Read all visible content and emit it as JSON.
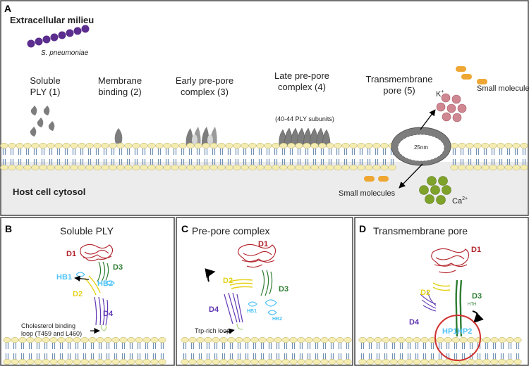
{
  "panels": {
    "A": {
      "letter": "A",
      "extracellular": "Extracellular milieu",
      "bacterium": "S. pneumoniae",
      "cytosol": "Host cell cytosol",
      "stages": {
        "s1_line1": "Soluble",
        "s1_line2": "PLY (1)",
        "s2_line1": "Membrane",
        "s2_line2": "binding (2)",
        "s3_line1": "Early pre-pore",
        "s3_line2": "complex (3)",
        "s4_line1": "Late pre-pore",
        "s4_line2": "complex (4)",
        "s5_line1": "Transmembrane",
        "s5_line2": "pore (5)"
      },
      "subunits_note": "(40-44 PLY subunits)",
      "pore_diameter": "25nm",
      "potassium": "K",
      "potassium_charge": "+",
      "calcium": "Ca",
      "calcium_charge": "2+",
      "small_molecules_top": "Small molecules",
      "small_molecules_bottom": "Small molecules"
    },
    "B": {
      "letter": "B",
      "title": "Soluble PLY",
      "d1": "D1",
      "d2": "D2",
      "d3": "D3",
      "d4": "D4",
      "hb1": "HB1",
      "hb2": "HB2",
      "cbl_line1": "Cholesterol binding",
      "cbl_line2": "loop (T459 and L460)"
    },
    "C": {
      "letter": "C",
      "title": "Pre-pore complex",
      "d1": "D1",
      "d2": "D2",
      "d3": "D3",
      "d4": "D4",
      "hb1": "HB1",
      "hb2": "HB2",
      "trp_loop": "Trp-rich loop"
    },
    "D": {
      "letter": "D",
      "title": "Transmembrane pore",
      "d1": "D1",
      "d2": "D2",
      "d3": "D3",
      "d4": "D4",
      "hth": "HTH",
      "hp1": "HP1",
      "hp2": "HP2"
    }
  },
  "colors": {
    "d1": "#b2222a",
    "d2": "#e4d21a",
    "d3": "#2e7d32",
    "d4": "#5e35b1",
    "hb": "#4fc3f7",
    "lipid_head": "#f4ecb0",
    "lipid_tail": "#6f8fb3",
    "cytosol": "#ececec",
    "ply": "#7d7d7d",
    "bacterium": "#5b2d8e",
    "potassium": "#cf8792",
    "calcium": "#7fa32a",
    "small_molecule": "#efa733",
    "pore_ring": "#d0302f"
  }
}
